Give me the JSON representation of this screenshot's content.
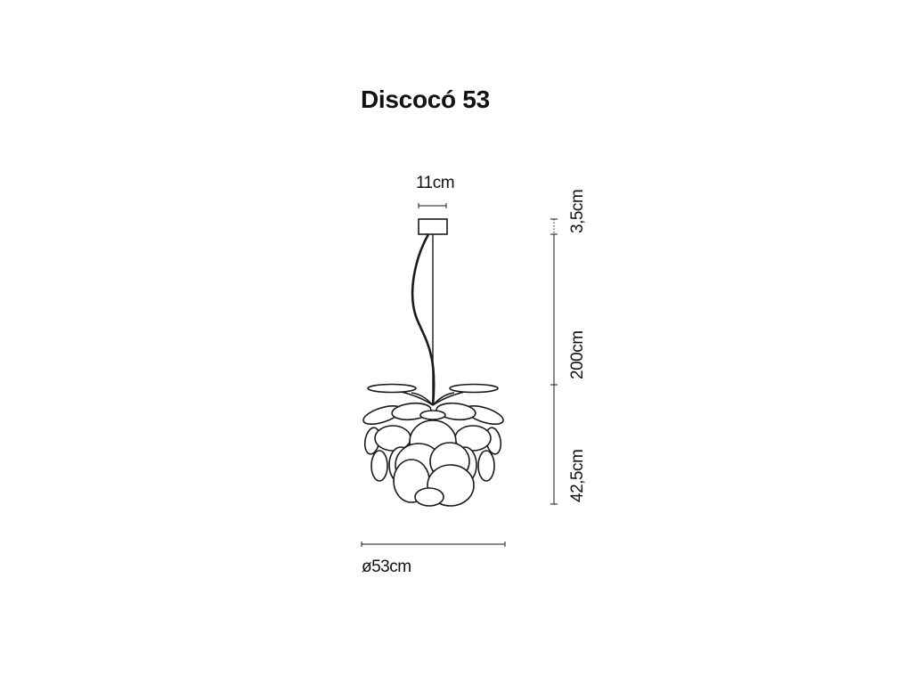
{
  "product": {
    "name": "Discocó 53"
  },
  "dimensions": {
    "canopy_width": "11cm",
    "canopy_height": "3,5cm",
    "cable_length": "200cm",
    "shade_height": "42,5cm",
    "shade_diameter": "ø53cm"
  },
  "colors": {
    "line": "#1a1a1a",
    "background": "#ffffff"
  }
}
